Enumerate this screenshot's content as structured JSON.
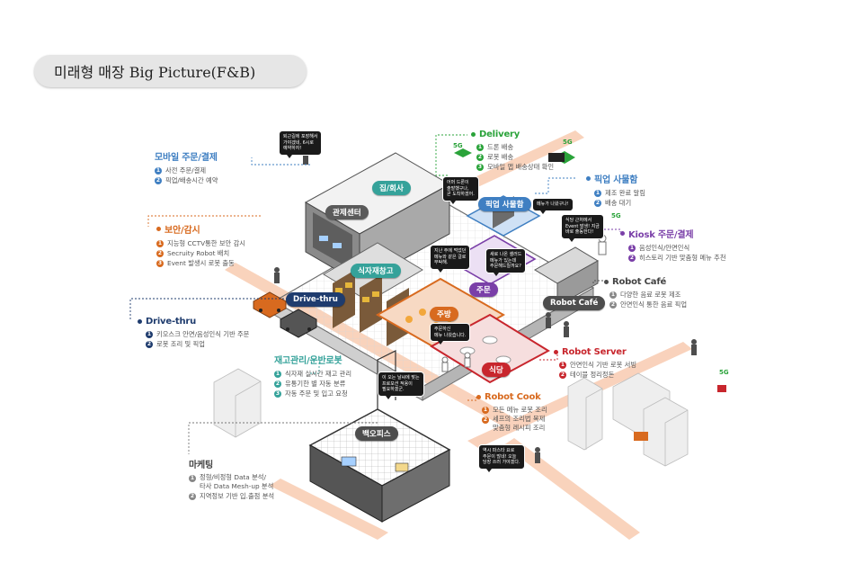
{
  "title": "미래형 매장 Big Picture(F&B)",
  "colors": {
    "blue": "#3f7fc2",
    "orange": "#d86a1f",
    "green": "#2aa33a",
    "purple": "#7a3fa8",
    "red": "#c8262d",
    "teal": "#35a29a",
    "navy": "#1f3c6e",
    "gray": "#777777",
    "dark": "#4d4d4d",
    "route": "#f7c4a6"
  },
  "sections": {
    "mobile": {
      "title": "모바일 주문/결제",
      "items": [
        "사전 주문/결제",
        "픽업/배송시간 예약"
      ]
    },
    "security": {
      "title": "보안/감시",
      "items": [
        "지능형 CCTV통한 보안 감시",
        "Secruity Robot 배치",
        "Event 발생시 로봇 출동"
      ]
    },
    "drivethru": {
      "title": "Drive-thru",
      "items": [
        "키오스크 안면/음성인식 기반 주문",
        "로봇 조리 및 픽업"
      ]
    },
    "inventory": {
      "title": "재고관리/운반로봇",
      "items": [
        "식자재 실시간 재고 관리",
        "유통기한 별 자동 분류",
        "자동 주문 및 입고 요청"
      ]
    },
    "marketing": {
      "title": "마케팅",
      "items": [
        "정형/비정형 Data 분석/\n타사 Data Mesh-up 분석",
        "지역정보 기반 입.출점 분석"
      ]
    },
    "delivery": {
      "title": "Delivery",
      "items": [
        "드론 배송",
        "로봇 배송",
        "모바일 앱 배송상태 확인"
      ]
    },
    "pickup": {
      "title": "픽업 사물함",
      "items": [
        "제조 완료 알림",
        "배송 대기"
      ]
    },
    "kiosk": {
      "title": "Kiosk 주문/결제",
      "items": [
        "음성인식/안면인식",
        "히스토리 기반 맞춤형 메뉴 추천"
      ]
    },
    "cafe": {
      "title": "Robot Café",
      "items": [
        "다양한 음료 로봇 제조",
        "안면인식 통한 음료 픽업"
      ]
    },
    "server": {
      "title": "Robot Server",
      "items": [
        "안면인식 기반 로봇 서빙",
        "테이블 정리정돈"
      ]
    },
    "cook": {
      "title": "Robot Cook",
      "items": [
        "모든 메뉴 로봇 조리",
        "세프의 조리법 복제\n맞춤형 레시피 조리"
      ]
    }
  },
  "rooms": {
    "home": "집/회사",
    "control": "관제센터",
    "pickup": "픽업 사물함",
    "storage": "식자재창고",
    "drivethru": "Drive-thru",
    "order": "주문",
    "cafe": "Robot Café",
    "kitchen": "주방",
    "dining": "식당",
    "office": "백오피스"
  },
  "bubbles": {
    "home": "퇴근길에 포장해서\n가야겠네, 6시로\n예약하자!",
    "drone": "어머 드론이\n출발했구나,\n곧 도착하겠어.",
    "pickup": "메뉴가 나왔구나!",
    "cafe": "식당 근처에서\nEvent 발생! 지금\n바로 출동한다!",
    "kitchen_order": "지난 주에 먹었던\n메뉴와 같은 걸로\n부탁해.",
    "dining_order": "새로 나온 셀러드\n메뉴가 있는데\n주문해드릴까요?",
    "kitchen": "주문하신\n메뉴 나왔습니다.",
    "storage": "이 오는 날씨에 맞는\n프로모션 적용이\n필요하겠군.",
    "marketing": "역시 파스타 요로\n주문이 많네! 오늘\n당장 쓰러 가야겠다."
  },
  "badge_5g": "5G",
  "badge_nums": [
    "1",
    "2",
    "3"
  ]
}
